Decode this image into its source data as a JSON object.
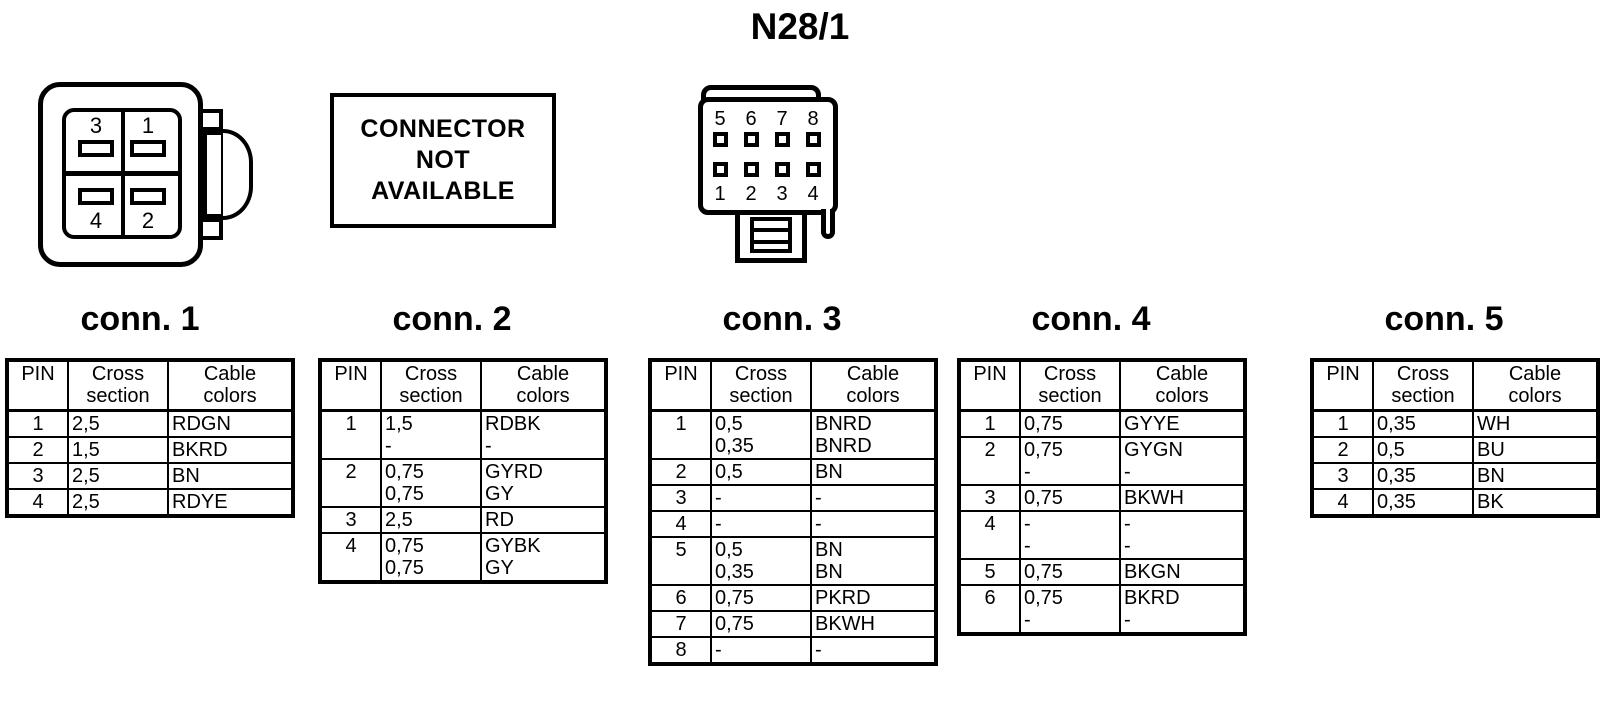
{
  "title": "N28/1",
  "graphics": {
    "connector1": {
      "name": "connector-1-graphic",
      "pin_labels": {
        "top_left": "3",
        "top_right": "1",
        "bottom_left": "4",
        "bottom_right": "2"
      }
    },
    "connector2": {
      "name": "connector-not-available-box",
      "lines": [
        "CONNECTOR",
        "NOT",
        "AVAILABLE"
      ]
    },
    "connector3": {
      "name": "connector-3-graphic",
      "top_row_labels": [
        "5",
        "6",
        "7",
        "8"
      ],
      "bottom_row_labels": [
        "1",
        "2",
        "3",
        "4"
      ]
    }
  },
  "columns": {
    "pin": "PIN",
    "cross_section_line1": "Cross",
    "cross_section_line2": "section",
    "cable_colors_line1": "Cable",
    "cable_colors_line2": "colors"
  },
  "connectors": [
    {
      "heading": "conn. 1",
      "rows": [
        {
          "pin": "1",
          "cross_section": [
            "2,5"
          ],
          "cable_colors": [
            "RDGN"
          ]
        },
        {
          "pin": "2",
          "cross_section": [
            "1,5"
          ],
          "cable_colors": [
            "BKRD"
          ]
        },
        {
          "pin": "3",
          "cross_section": [
            "2,5"
          ],
          "cable_colors": [
            "BN"
          ]
        },
        {
          "pin": "4",
          "cross_section": [
            "2,5"
          ],
          "cable_colors": [
            "RDYE"
          ]
        }
      ]
    },
    {
      "heading": "conn. 2",
      "rows": [
        {
          "pin": "1",
          "cross_section": [
            "1,5",
            "-"
          ],
          "cable_colors": [
            "RDBK",
            "-"
          ]
        },
        {
          "pin": "2",
          "cross_section": [
            "0,75",
            "0,75"
          ],
          "cable_colors": [
            "GYRD",
            "GY"
          ]
        },
        {
          "pin": "3",
          "cross_section": [
            "2,5"
          ],
          "cable_colors": [
            "RD"
          ]
        },
        {
          "pin": "4",
          "cross_section": [
            "0,75",
            "0,75"
          ],
          "cable_colors": [
            "GYBK",
            "GY"
          ]
        }
      ]
    },
    {
      "heading": "conn. 3",
      "rows": [
        {
          "pin": "1",
          "cross_section": [
            "0,5",
            "0,35"
          ],
          "cable_colors": [
            "BNRD",
            "BNRD"
          ]
        },
        {
          "pin": "2",
          "cross_section": [
            "0,5"
          ],
          "cable_colors": [
            "BN"
          ]
        },
        {
          "pin": "3",
          "cross_section": [
            "-"
          ],
          "cable_colors": [
            "-"
          ]
        },
        {
          "pin": "4",
          "cross_section": [
            "-"
          ],
          "cable_colors": [
            "-"
          ]
        },
        {
          "pin": "5",
          "cross_section": [
            "0,5",
            "0,35"
          ],
          "cable_colors": [
            "BN",
            "BN"
          ]
        },
        {
          "pin": "6",
          "cross_section": [
            "0,75"
          ],
          "cable_colors": [
            "PKRD"
          ]
        },
        {
          "pin": "7",
          "cross_section": [
            "0,75"
          ],
          "cable_colors": [
            "BKWH"
          ]
        },
        {
          "pin": "8",
          "cross_section": [
            "-"
          ],
          "cable_colors": [
            "-"
          ]
        }
      ]
    },
    {
      "heading": "conn. 4",
      "rows": [
        {
          "pin": "1",
          "cross_section": [
            "0,75"
          ],
          "cable_colors": [
            "GYYE"
          ]
        },
        {
          "pin": "2",
          "cross_section": [
            "0,75",
            "-"
          ],
          "cable_colors": [
            "GYGN",
            "-"
          ]
        },
        {
          "pin": "3",
          "cross_section": [
            "0,75"
          ],
          "cable_colors": [
            "BKWH"
          ]
        },
        {
          "pin": "4",
          "cross_section": [
            "-",
            "-"
          ],
          "cable_colors": [
            "-",
            "-"
          ]
        },
        {
          "pin": "5",
          "cross_section": [
            "0,75"
          ],
          "cable_colors": [
            "BKGN"
          ]
        },
        {
          "pin": "6",
          "cross_section": [
            "0,75",
            "-"
          ],
          "cable_colors": [
            "BKRD",
            "-"
          ]
        }
      ]
    },
    {
      "heading": "conn. 5",
      "rows": [
        {
          "pin": "1",
          "cross_section": [
            "0,35"
          ],
          "cable_colors": [
            "WH"
          ]
        },
        {
          "pin": "2",
          "cross_section": [
            "0,5"
          ],
          "cable_colors": [
            "BU"
          ]
        },
        {
          "pin": "3",
          "cross_section": [
            "0,35"
          ],
          "cable_colors": [
            "BN"
          ]
        },
        {
          "pin": "4",
          "cross_section": [
            "0,35"
          ],
          "cable_colors": [
            "BK"
          ]
        }
      ]
    }
  ],
  "colors": {
    "ink": "#000000",
    "paper": "#ffffff"
  }
}
